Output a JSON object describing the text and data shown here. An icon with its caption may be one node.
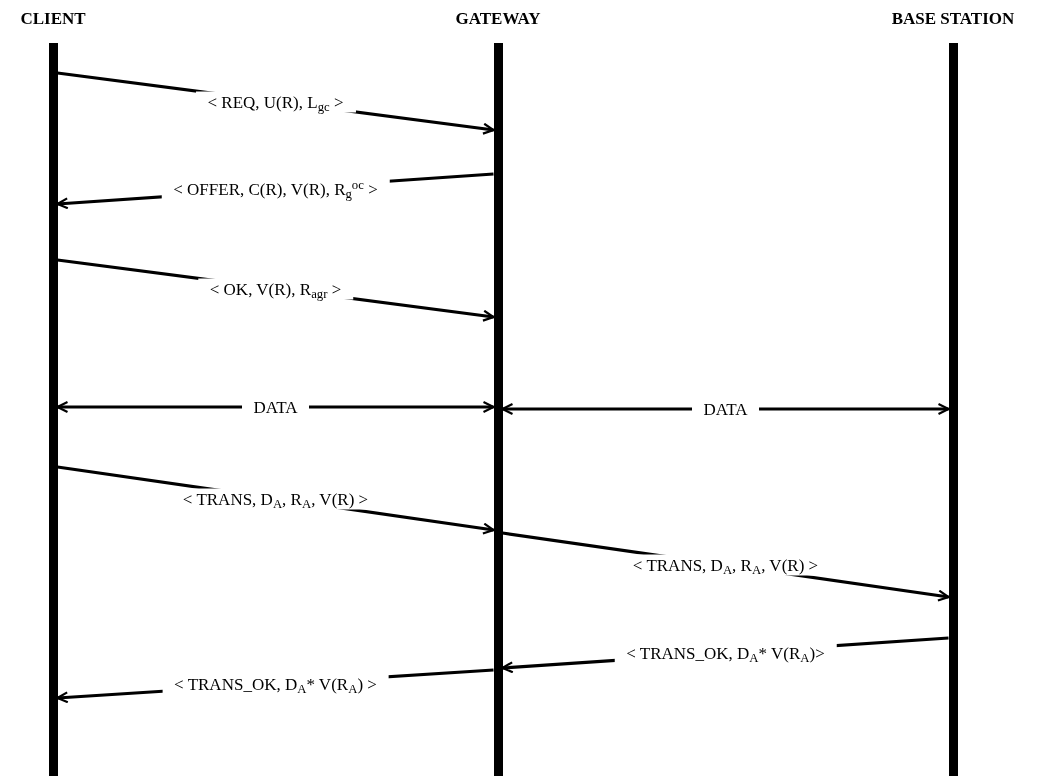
{
  "diagram": {
    "nodes": [
      {
        "text": [
          "CLIENT"
        ]
      },
      {
        "text": [
          "GATEWAY"
        ]
      },
      {
        "text": [
          "BASE STATION"
        ]
      }
    ],
    "edges": [
      {
        "from": 0,
        "to": 1,
        "arrow": "to",
        "label": "< REQ, U(R), L$_{gc}$ >"
      },
      {
        "from": 1,
        "to": 0,
        "arrow": "to",
        "label": "< OFFER, C(R), V(R), R$_{g}$$^{oc}$ >"
      },
      {
        "from": 0,
        "to": 1,
        "arrow": "to",
        "label": "< OK, V(R), R$_{agr}$ >"
      },
      {
        "from": 0,
        "to": 1,
        "arrow": "both",
        "label": "DATA"
      },
      {
        "from": 1,
        "to": 2,
        "arrow": "both",
        "label": "DATA"
      },
      {
        "from": 0,
        "to": 1,
        "arrow": "to",
        "label": "< TRANS, D$_{A}$, R$_{A}$, V(R) >"
      },
      {
        "from": 1,
        "to": 2,
        "arrow": "to",
        "label": "< TRANS, D$_{A}$, R$_{A}$, V(R) >"
      },
      {
        "from": 2,
        "to": 1,
        "arrow": "to",
        "label": "< TRANS_OK, D$_{A}$* V(R$_{A}$)>"
      },
      {
        "from": 1,
        "to": 0,
        "arrow": "to",
        "label": "< TRANS_OK, D$_{A}$* V(R$_{A}$) >"
      }
    ]
  }
}
